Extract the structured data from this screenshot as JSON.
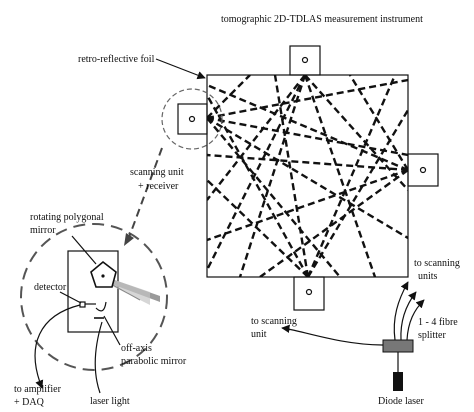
{
  "labels": {
    "title": "tomographic 2D-TDLAS measurement instrument",
    "foil": "retro-reflective foil",
    "scan_unit_1": "scanning unit",
    "scan_unit_2": "+ receiver",
    "polygon_1": "rotating polygonal",
    "polygon_2": "mirror",
    "detector": "detector",
    "offaxis_1": "off-axis",
    "offaxis_2": "parabolic mirror",
    "amp_1": "to amplifier",
    "amp_2": "+ DAQ",
    "laser_light": "laser light",
    "to_scan_unit_1": "to scanning",
    "to_scan_unit_2": "unit",
    "to_scan_units_1": "to scanning",
    "to_scan_units_2": "units",
    "splitter_1": "1 - 4 fibre",
    "splitter_2": "splitter",
    "diode": "Diode laser"
  },
  "colors": {
    "ink": "#111111",
    "laser_beam": "#9a9a9a",
    "splitter_fill": "#777777",
    "diode_fill": "#111111"
  }
}
